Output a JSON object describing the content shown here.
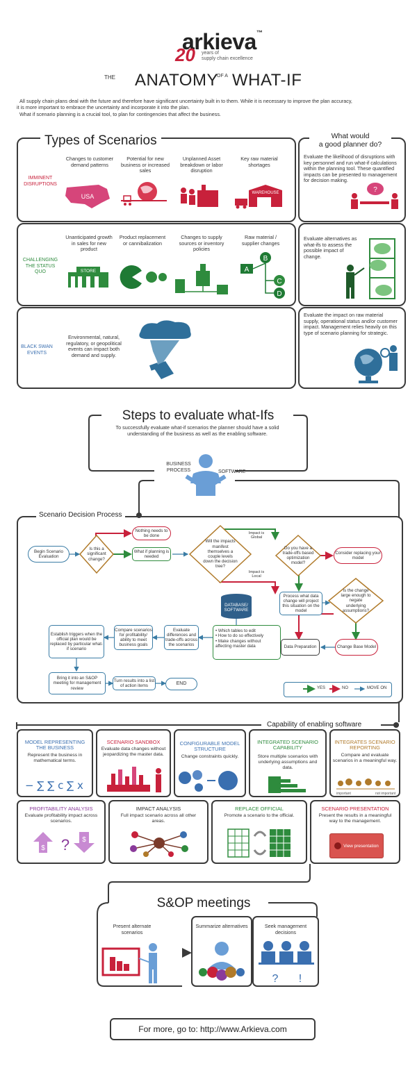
{
  "header": {
    "brand": "arkieva",
    "tm": "™",
    "anniv_num": "20",
    "anniv_line1": "years of",
    "anniv_line2": "supply chain excellence",
    "title_the": "THE",
    "title_anatomy": "ANATOMY",
    "title_ofa": "OF A",
    "title_whatif": "WHAT-IF",
    "intro1": "All supply chain plans deal with the future and therefore have significant uncertainty built in to them. While it is necessary to improve the plan accuracy,",
    "intro2": "it is more important to embrace the uncertainty and incorporate it into the plan.",
    "intro3": "What if scenario planning is a crucial tool, to plan for contingencies that affect the business."
  },
  "scenarios": {
    "title": "Types of Scenarios",
    "planner_title1": "What would",
    "planner_title2": "a good planner do?",
    "rows": [
      {
        "label": "IMMINENT DISRUPTIONS",
        "items": [
          "Changes to customer demand patterns",
          "Potential for new business or increased sales",
          "Unplanned Asset breakdown or labor disruption",
          "Key raw material shortages"
        ],
        "icon_text": [
          "USA",
          "WAREHOUSE"
        ],
        "planner": "Evaluate the likelihood of disruptions with key personnel and run what-if calculations within the planning tool. These quantified impacts can be presented to management for decision making."
      },
      {
        "label": "CHALLENGING THE STATUS QUO",
        "items": [
          "Unanticipated growth in sales for new product",
          "Product replacement or cannibalization",
          "Changes to supply sources or inventory policies",
          "Raw material / supplier changes"
        ],
        "icon_text": [
          "STORE",
          "A",
          "B",
          "C",
          "D"
        ],
        "planner": "Evaluate alternatives as what-ifs to assess the possible impact of change."
      },
      {
        "label": "BLACK SWAN EVENTS",
        "items": [
          "Environmental, natural, regulatory, or geopolitical events can impact both demand and supply."
        ],
        "planner": "Evaluate the impact on raw material supply, operational status and/or customer impact. Management relies heavily on this type of scenario planning for strategic."
      }
    ]
  },
  "steps": {
    "title": "Steps to evaluate what-Ifs",
    "subtitle": "To successfully evaluate what-if scenarios the planner should have a solid understanding of the business as well as the enabling software.",
    "business": "BUSINESS PROCESS",
    "software": "SOFTWARE"
  },
  "sdp": {
    "title": "Scenario Decision Process",
    "begin": "Begin Scenario Evaluation",
    "significant": "Is this a significant change?",
    "nothing": "Nothing needs to be done",
    "whatif_needed": "What if planning is needed",
    "manifest": "Will the impacts manifest themselves a couple levels down the decision tree?",
    "impact_global": "Impact is Global",
    "impact_local": "Impact is Local",
    "tradeoffs": "Do you have a trade-offs based optimization model?",
    "consider": "Consider replacing your model",
    "process": "Process what data change will project this situation on the model",
    "large_enough": "Is the change large enough to negate underlying assumptions?",
    "db": "DATABASE/ SOFTWARE",
    "db_bullets": [
      "Which tables to edit",
      "How to do so effectively",
      "Make changes without affecting master data"
    ],
    "data_prep": "Data Preparation",
    "change_base": "Change Base Model",
    "evaluate": "Evaluate differences and trade-offs across the scenarios",
    "compare": "Compare scenarios for profitability/ ability to meet business goals",
    "triggers": "Establish triggers when the official plan would be replaced by particular what-if scenario",
    "sop": "Bring it into an S&OP meeting for management review",
    "actions": "Turn results into a list of action items",
    "end": "END",
    "legend_yes": "YES",
    "legend_no": "NO",
    "legend_move": "MOVE ON"
  },
  "capability": {
    "title": "Capability of enabling software",
    "items": [
      {
        "title": "MODEL REPRESENTING THE BUSINESS",
        "desc": "Represent the business in mathematical terms.",
        "color": "#3a6fb0"
      },
      {
        "title": "SCENARIO SANDBOX",
        "desc": "Evaluate data changes without jeopardizing the master data.",
        "color": "#c8213b"
      },
      {
        "title": "CONFIGURABLE MODEL STRUCTURE",
        "desc": "Change constraints quickly.",
        "color": "#3a6fb0"
      },
      {
        "title": "INTEGRATED SCENARIO CAPABILITY",
        "desc": "Store multiple scenarios with underlying assumptions and data.",
        "color": "#2e8b3d"
      },
      {
        "title": "INTEGRATES SCENARIO REPORTING",
        "desc": "Compare and evaluate scenarios in a meaningful way.",
        "color": "#b07a2a"
      },
      {
        "title": "PROFITABILITY ANALYSIS",
        "desc": "Evaluate profitability impact across scenarios.",
        "color": "#8a3a9a"
      },
      {
        "title": "IMPACT ANALYSIS",
        "desc": "Full impact scenario across all other areas.",
        "color": "#333333"
      },
      {
        "title": "REPLACE OFFICIAL",
        "desc": "Promote a scenario to the official.",
        "color": "#2e8b3d"
      },
      {
        "title": "SCENARIO PRESENTATION",
        "desc": "Present the results in a meaningful way to the management.",
        "color": "#c8213b"
      }
    ],
    "important": "important",
    "not_important": "not important",
    "view_presentation": "View presentation"
  },
  "sop": {
    "title": "S&OP meetings",
    "items": [
      "Present alternate scenarios",
      "Summarize alternatives",
      "Seek management decisions"
    ]
  },
  "footer": {
    "text": "For more, go to: http://www.Arkieva.com"
  },
  "colors": {
    "red": "#c8213b",
    "green": "#2e8b3d",
    "blue": "#3a6fb0",
    "dark": "#3a3a3a"
  }
}
